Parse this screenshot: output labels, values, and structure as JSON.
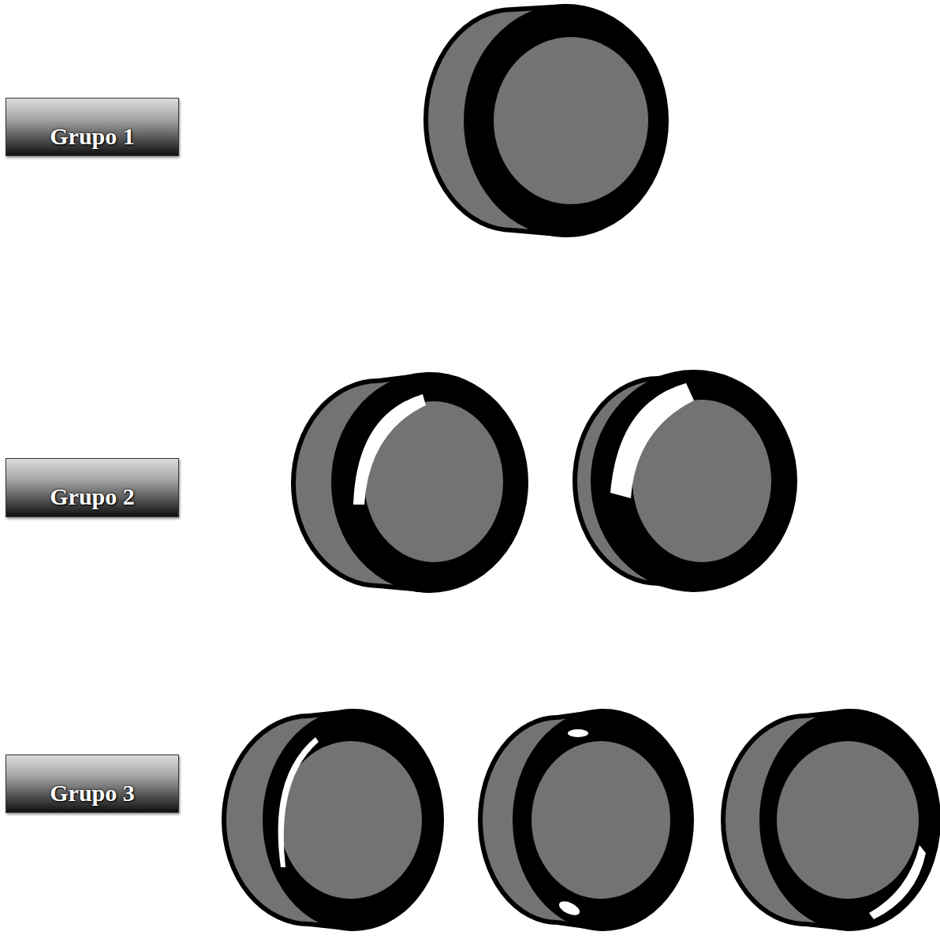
{
  "diagram": {
    "nodes": [
      {
        "text": [
          "Grupo 1"
        ]
      },
      {
        "text": [
          "Grupo 2"
        ]
      },
      {
        "text": [
          "Grupo 3"
        ]
      }
    ]
  }
}
